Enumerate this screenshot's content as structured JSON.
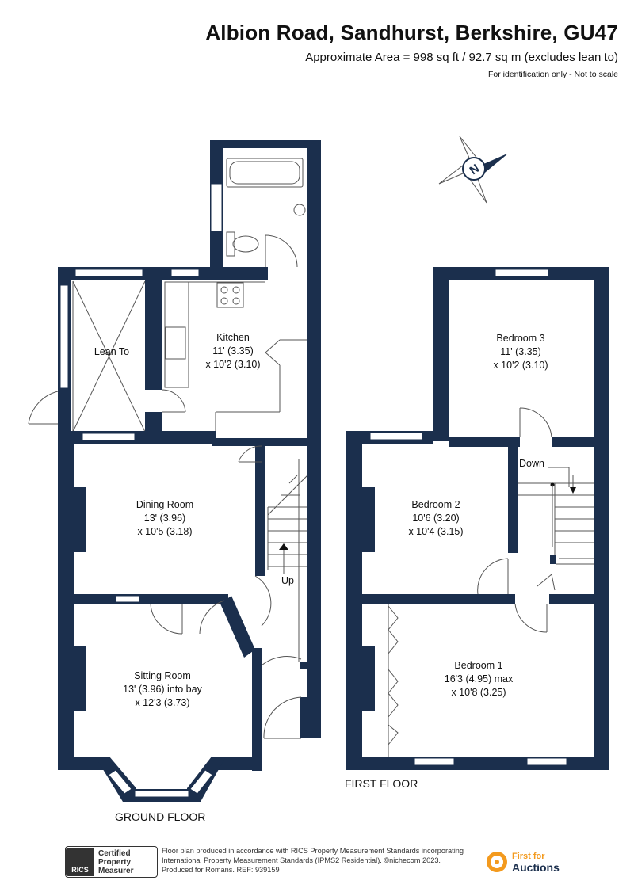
{
  "header": {
    "title": "Albion Road, Sandhurst, Berkshire, GU47",
    "area": "Approximate Area = 998 sq ft / 92.7 sq m (excludes lean to)",
    "note": "For identification only - Not to scale"
  },
  "compass": {
    "label": "N"
  },
  "ground_floor": {
    "label": "GROUND FLOOR",
    "rooms": {
      "lean_to": {
        "name": "Lean To"
      },
      "kitchen": {
        "name": "Kitchen",
        "dim1": "11' (3.35)",
        "dim2": "x 10'2 (3.10)"
      },
      "dining": {
        "name": "Dining Room",
        "dim1": "13' (3.96)",
        "dim2": "x 10'5 (3.18)"
      },
      "sitting": {
        "name": "Sitting Room",
        "dim1": "13' (3.96) into bay",
        "dim2": "x 12'3 (3.73)"
      }
    },
    "stairs_label": "Up"
  },
  "first_floor": {
    "label": "FIRST FLOOR",
    "rooms": {
      "bedroom3": {
        "name": "Bedroom 3",
        "dim1": "11' (3.35)",
        "dim2": "x 10'2 (3.10)"
      },
      "bedroom2": {
        "name": "Bedroom 2",
        "dim1": "10'6 (3.20)",
        "dim2": "x 10'4 (3.15)"
      },
      "bedroom1": {
        "name": "Bedroom 1",
        "dim1": "16'3 (4.95) max",
        "dim2": "x 10'8 (3.25)"
      }
    },
    "stairs_label": "Down"
  },
  "footer": {
    "rics": {
      "logo": "RICS",
      "line1": "Certified",
      "line2": "Property",
      "line3": "Measurer"
    },
    "text1": "Floor plan produced in accordance with RICS Property Measurement Standards incorporating",
    "text2": "International Property Measurement Standards (IPMS2 Residential). ©nichecom 2023.",
    "text3": "Produced for Romans.   REF: 939159",
    "brand_top": "First for",
    "brand_bottom": "Auctions"
  }
}
